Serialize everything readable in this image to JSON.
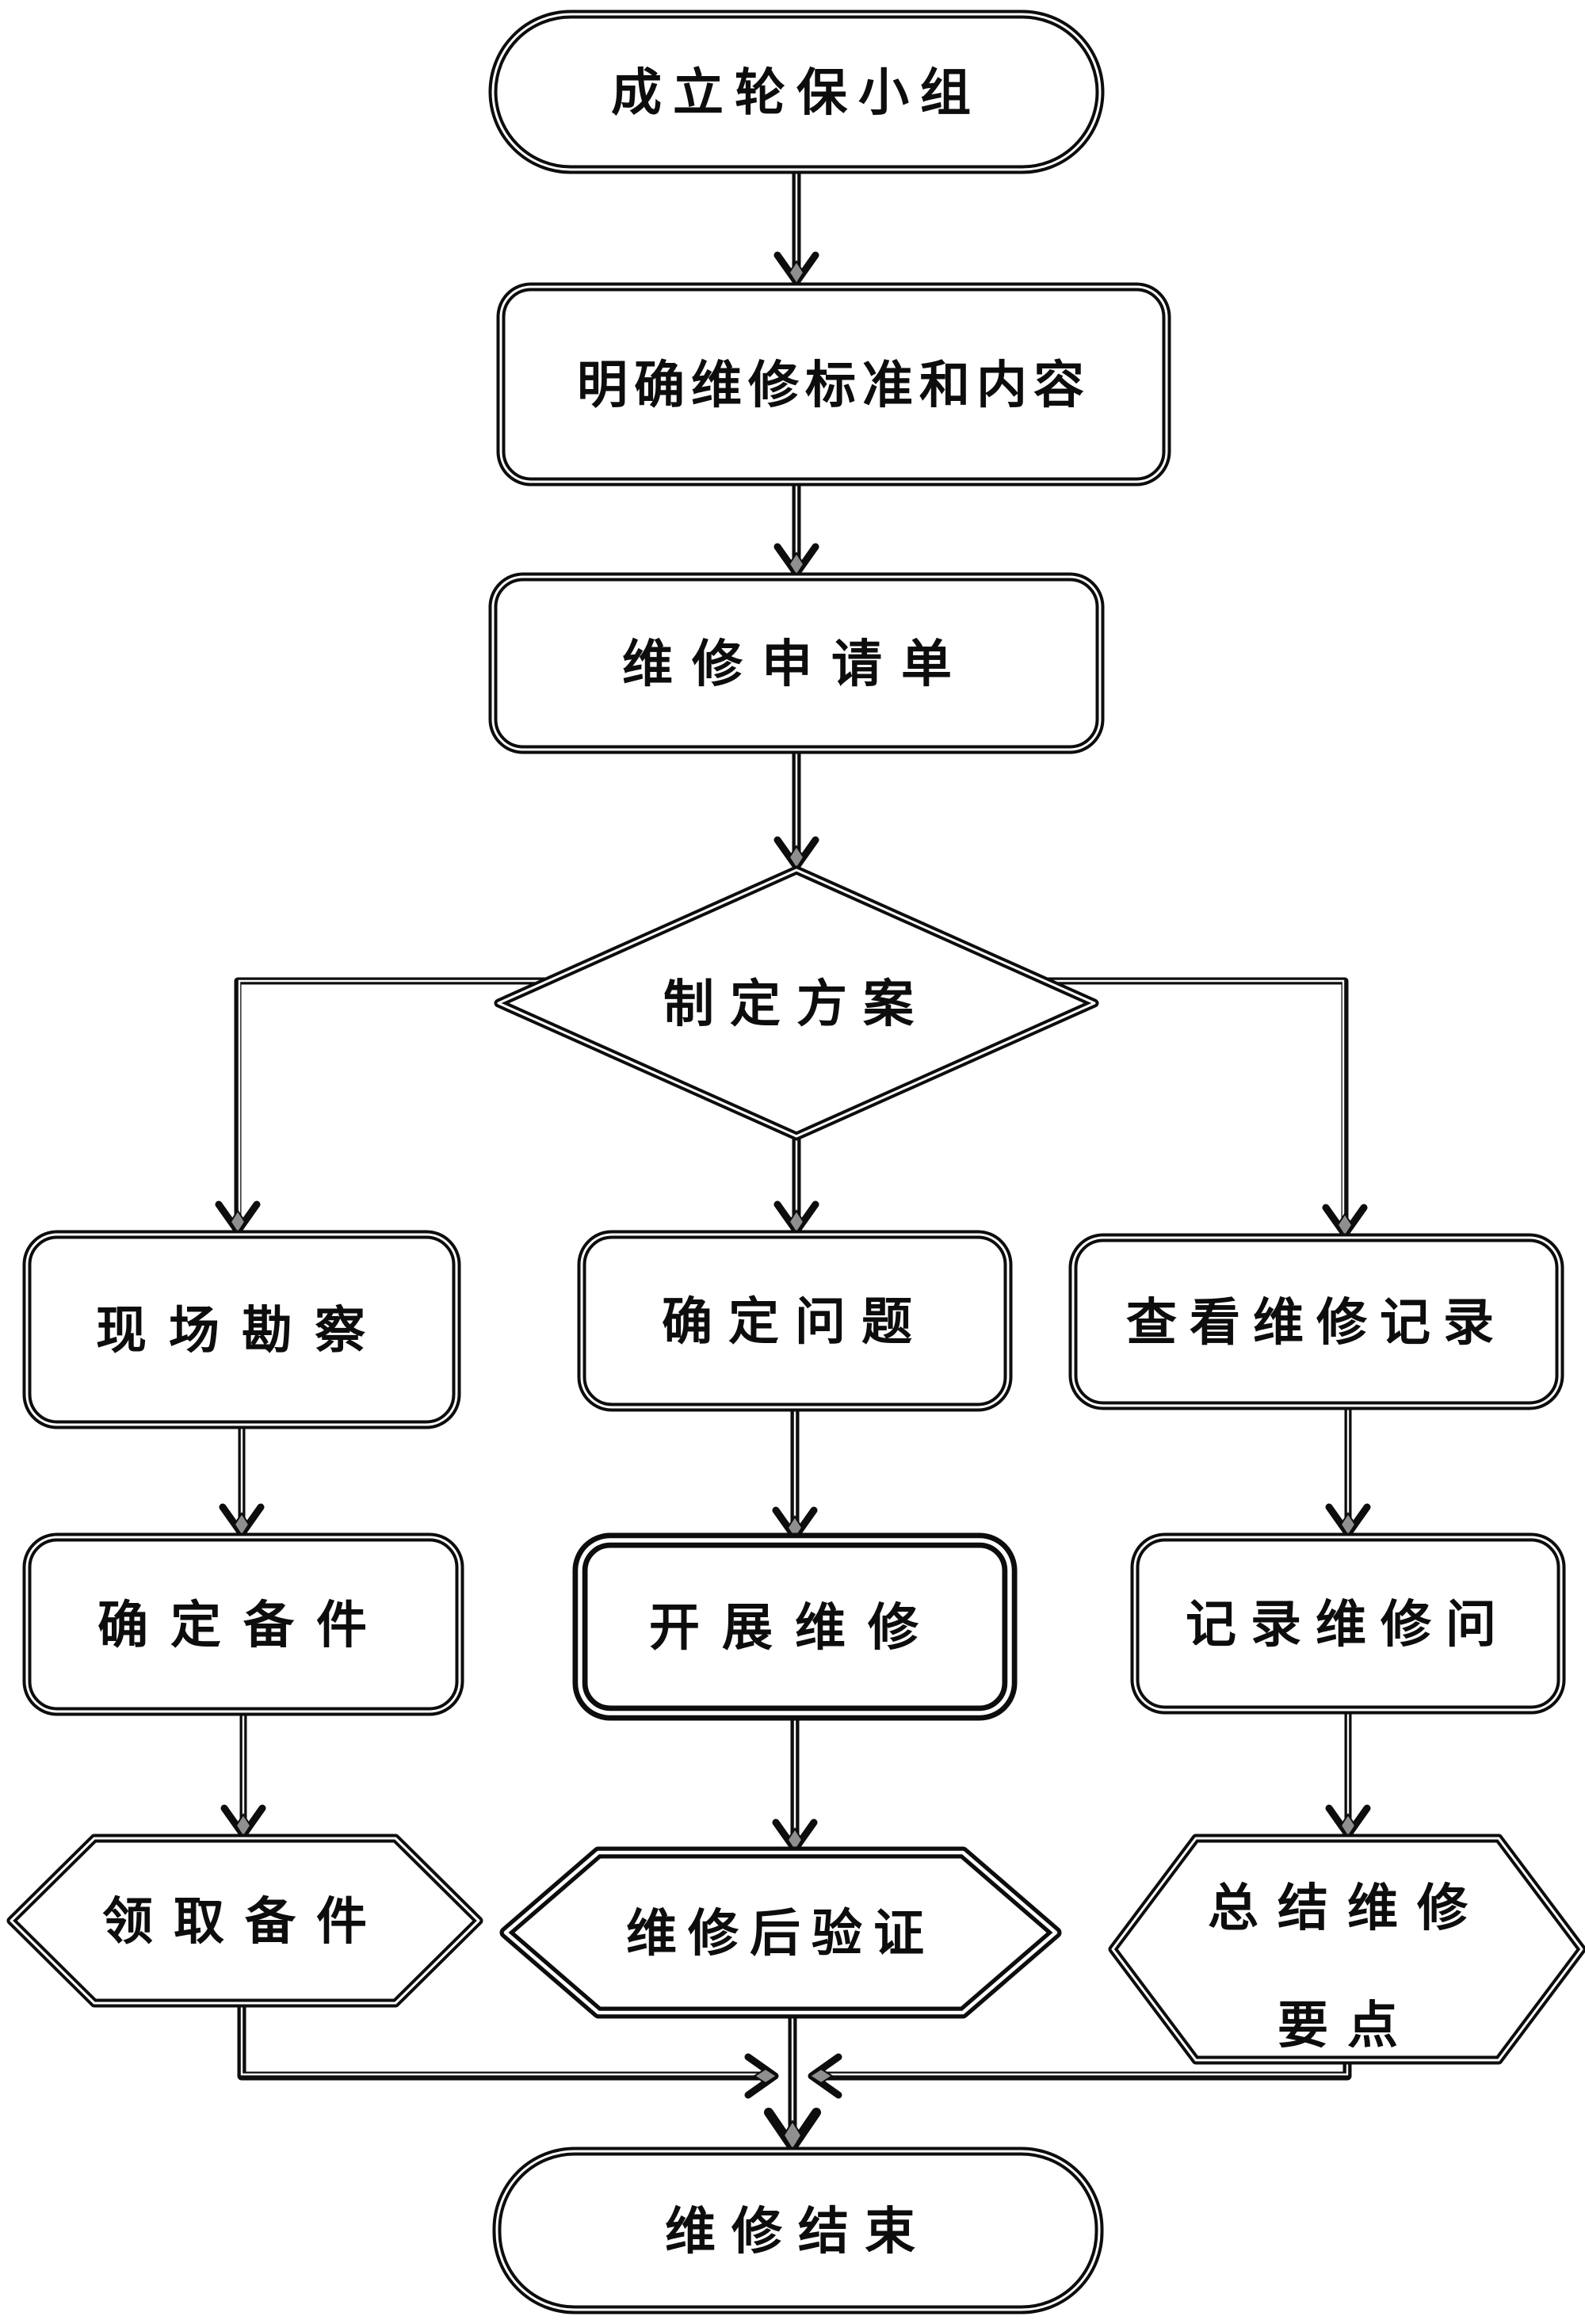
{
  "diagram": {
    "type": "flowchart",
    "language": "zh-CN",
    "colors": {
      "background": "#ffffff",
      "stroke": "#0d0d0d",
      "arrow_tip": "#8f8f8f"
    },
    "nodes": {
      "start": {
        "shape": "stadium",
        "label": "成立轮保小组"
      },
      "standards": {
        "shape": "rect",
        "label": "明确维修标准和内容"
      },
      "request_form": {
        "shape": "rect",
        "label": "维修申请单"
      },
      "plan": {
        "shape": "diamond",
        "label": "制定方案"
      },
      "site_survey": {
        "shape": "rect",
        "label": "现场勘察"
      },
      "determine_problem": {
        "shape": "rect",
        "label": "确定问题"
      },
      "view_records": {
        "shape": "rect",
        "label": "查看维修记录"
      },
      "determine_spares": {
        "shape": "rect",
        "label": "确定备件"
      },
      "conduct_repair": {
        "shape": "rect",
        "label": "开展维修"
      },
      "record_issues": {
        "shape": "rect",
        "label": "记录维修问"
      },
      "receive_spares": {
        "shape": "hexagon",
        "label": "领取备件"
      },
      "verify_after": {
        "shape": "hexagon",
        "label": "维修后验证"
      },
      "summarize": {
        "shape": "hexagon",
        "label": "总结维修要点",
        "line1": "总结维修",
        "line2": "要点"
      },
      "end": {
        "shape": "stadium",
        "label": "维修结束"
      }
    },
    "edges": [
      "start -> standards",
      "standards -> request_form",
      "request_form -> plan",
      "plan -> site_survey",
      "plan -> determine_problem",
      "plan -> view_records",
      "site_survey -> determine_spares",
      "determine_spares -> receive_spares",
      "determine_problem -> conduct_repair",
      "conduct_repair -> verify_after",
      "view_records -> record_issues",
      "record_issues -> summarize",
      "receive_spares -> end",
      "verify_after -> end",
      "summarize -> end"
    ]
  }
}
